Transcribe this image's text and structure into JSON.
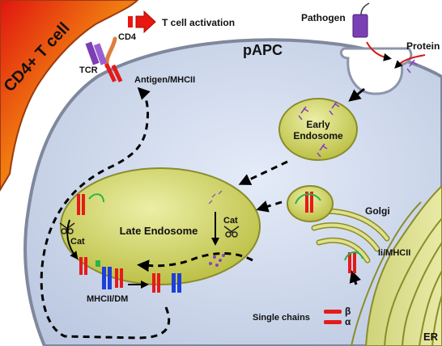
{
  "labels": {
    "t_cell": "CD4+ T cell",
    "cd4": "CD4",
    "tcr": "TCR",
    "t_cell_activation": "T cell activation",
    "antigen_mhcii": "Antigen/MHCII",
    "papc": "pAPC",
    "pathogen": "Pathogen",
    "protein": "Protein",
    "early_endosome_line1": "Early",
    "early_endosome_line2": "Endosome",
    "late_endosome": "Late Endosome",
    "cat_left": "Cat",
    "cat_right": "Cat",
    "mhcii_dm": "MHCII/DM",
    "golgi": "Golgi",
    "ii_mhcii": "Ii/MHCII",
    "single_chains": "Single chains",
    "beta": "β",
    "alpha": "α",
    "er": "ER"
  },
  "colors": {
    "t_cell_red": "#e02010",
    "t_cell_orange": "#f07a10",
    "t_cell_yellow": "#f5c60e",
    "cell_fill": "#cfd9ec",
    "cell_border": "#8c95ab",
    "organelle_fill": "#d9db6c",
    "organelle_border": "#8a8c2a",
    "mhc_red": "#e41b1b",
    "mhc_blue": "#1c3fd8",
    "invariant_green": "#29b34a",
    "pathogen_purple": "#7b3fb5",
    "activation_arrow": "#e8170f"
  },
  "icons": [
    "scissors-icon",
    "pathogen-icon",
    "peptide-icon",
    "activation-arrow-icon"
  ]
}
